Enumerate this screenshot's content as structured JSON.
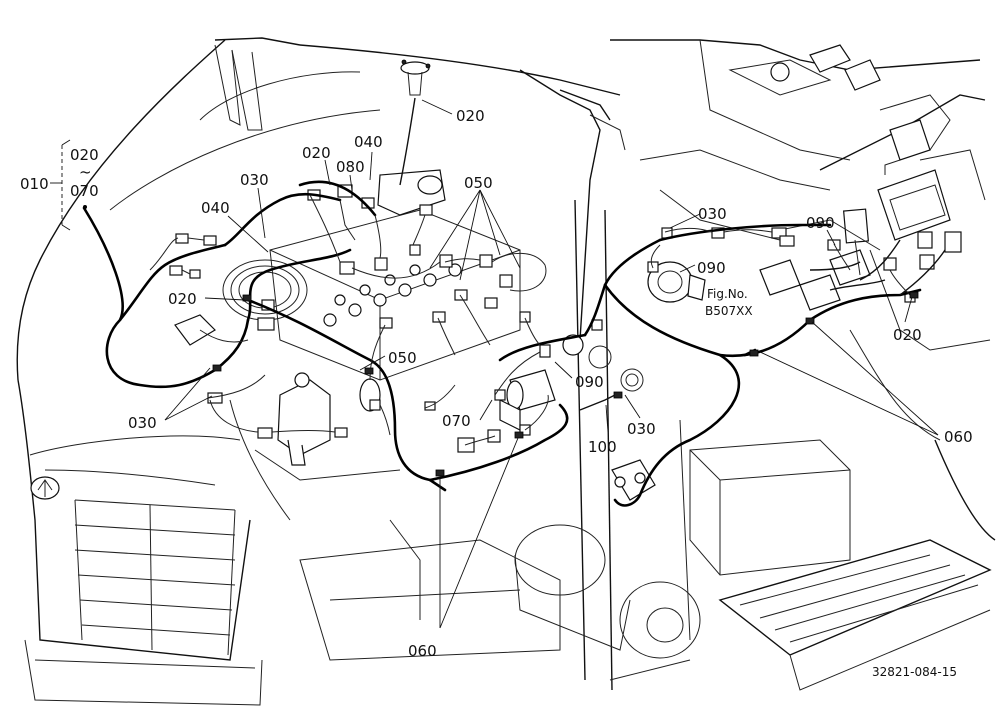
{
  "labels": {
    "l010": "010",
    "l020_range": "020",
    "tilde": "~",
    "l070_range": "070",
    "l020_a": "020",
    "l020_b": "020",
    "l020_c": "020",
    "l020_d": "020",
    "l040_a": "040",
    "l040_b": "040",
    "l080": "080",
    "l030_a": "030",
    "l030_b": "030",
    "l030_c": "030",
    "l030_d": "030",
    "l050_a": "050",
    "l050_b": "050",
    "l090_a": "090",
    "l090_b": "090",
    "l090_c": "090",
    "l060_a": "060",
    "l060_b": "060",
    "l070": "070",
    "l100": "100"
  },
  "reference": {
    "line1": "Fig.No.",
    "line2": "B507XX"
  },
  "drawing_number": "32821-084-15"
}
